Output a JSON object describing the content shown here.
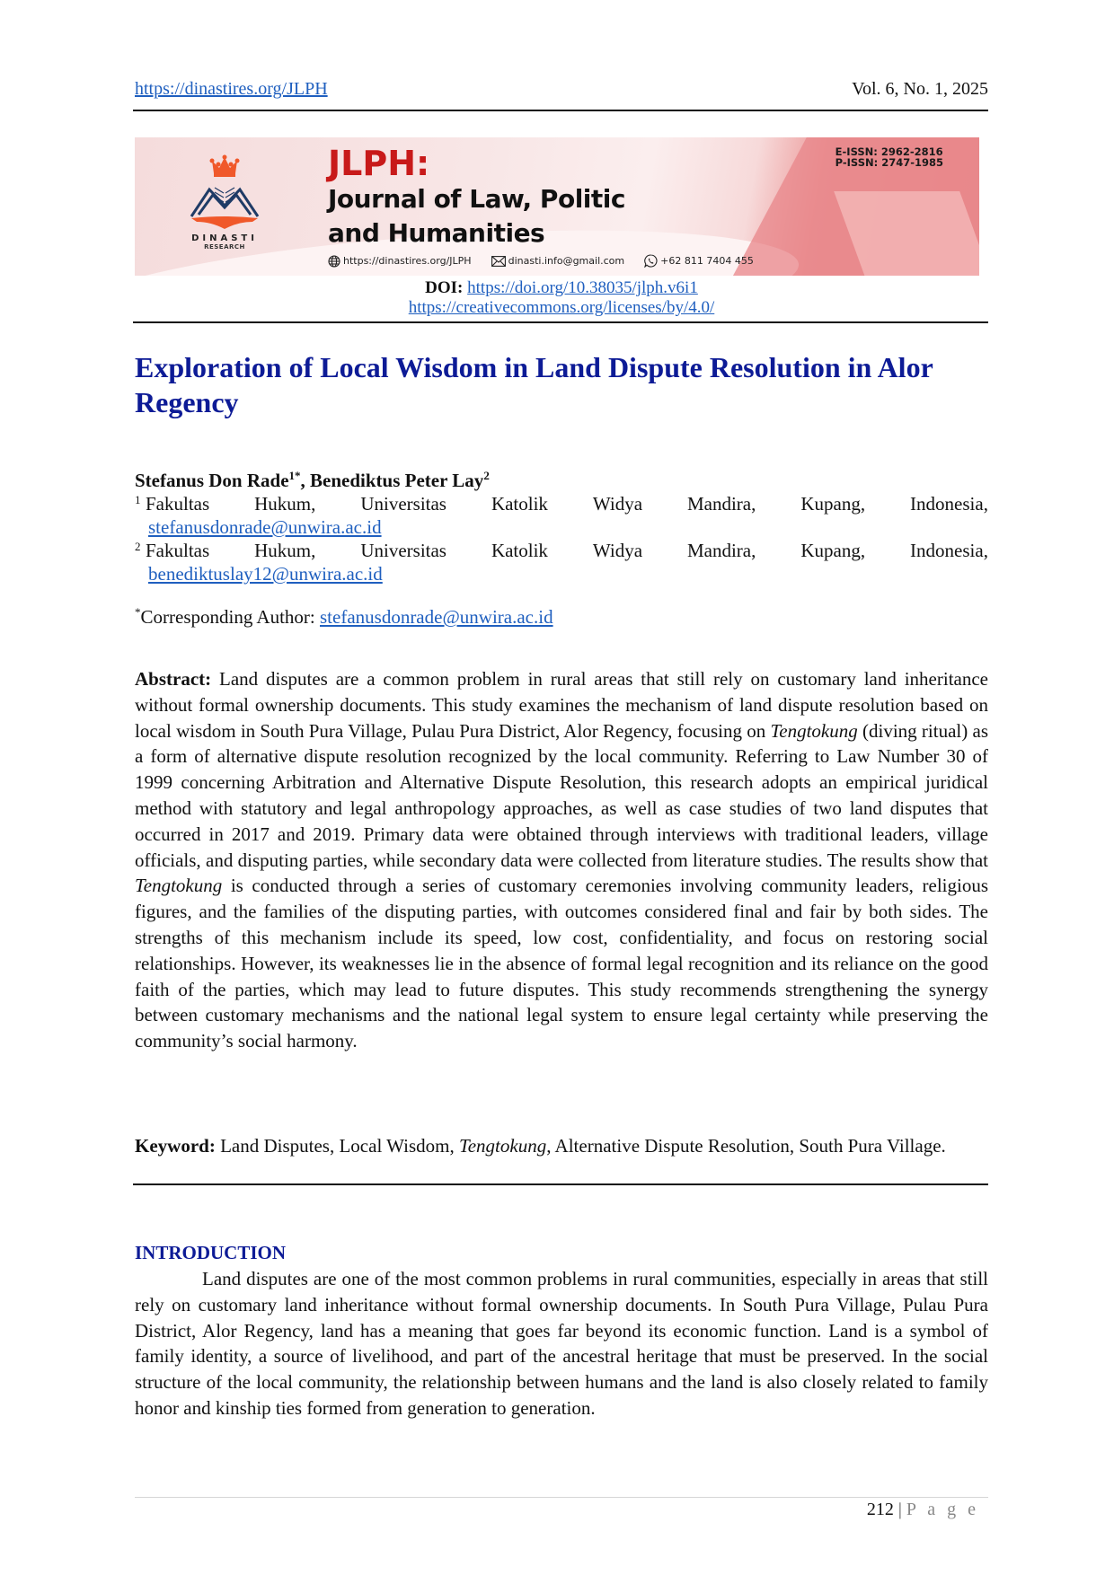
{
  "header": {
    "journal_url": "https://dinastires.org/JLPH",
    "volume_info": "Vol. 6, No. 1, 2025"
  },
  "banner": {
    "publisher_line1": "DINASTI",
    "publisher_line2": "RESEARCH",
    "journal_abbr": "JLPH:",
    "journal_name_line1": "Journal of Law, Politic",
    "journal_name_line2": "and Humanities",
    "website": "https://dinastires.org/JLPH",
    "email": "dinasti.info@gmail.com",
    "phone": "+62 811 7404 455",
    "eissn": "E-ISSN: 2962-2816",
    "pissn": "P-ISSN: 2747-1985",
    "colors": {
      "accent_red": "#c81a1a",
      "banner_pink": "#f5dcdc",
      "logo_orange": "#f0582a",
      "logo_navy": "#1f3b66"
    }
  },
  "doi": {
    "label": "DOI:",
    "url": "https://doi.org/10.38035/jlph.v6i1",
    "license_url": "https://creativecommons.org/licenses/by/4.0/"
  },
  "article": {
    "title": "Exploration of Local Wisdom in Land Dispute Resolution in Alor Regency",
    "title_color": "#0d1b96",
    "authors": {
      "author1": "Stefanus Don Rade",
      "author1_sup": "1*",
      "separator": ", ",
      "author2": "Benediktus Peter Lay",
      "author2_sup": "2"
    },
    "affiliations": [
      {
        "num": "1",
        "words": [
          "Fakultas",
          "Hukum,",
          "Universitas",
          "Katolik",
          "Widya",
          "Mandira,",
          "Kupang,",
          "Indonesia,"
        ],
        "email": "stefanusdonrade@unwira.ac.id"
      },
      {
        "num": "2",
        "words": [
          "Fakultas",
          "Hukum,",
          "Universitas",
          "Katolik",
          "Widya",
          "Mandira,",
          "Kupang,",
          "Indonesia,"
        ],
        "email": "benediktuslay12@unwira.ac.id"
      }
    ],
    "corresponding": {
      "star": "*",
      "label": "Corresponding Author: ",
      "email": "stefanusdonrade@unwira.ac.id"
    },
    "abstract": {
      "label": "Abstract:",
      "part1": " Land disputes are a common problem in rural areas that still rely on customary land inheritance without formal ownership documents. This study examines the mechanism of land dispute resolution based on local wisdom in South Pura Village, Pulau Pura District, Alor Regency, focusing on ",
      "term1": "Tengtokung",
      "part2": " (diving ritual) as a form of alternative dispute resolution recognized by the local community. Referring to Law Number 30 of 1999 concerning Arbitration and Alternative Dispute Resolution, this research adopts an empirical juridical method with statutory and legal anthropology approaches, as well as case studies of two land disputes that occurred in 2017 and 2019. Primary data were obtained through interviews with traditional leaders, village officials, and disputing parties, while secondary data were collected from literature studies. The results show that ",
      "term2": "Tengtokung",
      "part3": " is conducted through a series of customary ceremonies involving community leaders, religious figures, and the families of the disputing parties, with outcomes considered final and fair by both sides. The strengths of this mechanism include its speed, low cost, confidentiality, and focus on restoring social relationships. However, its weaknesses lie in the absence of formal legal recognition and its reliance on the good faith of the parties, which may lead to future disputes. This study recommends strengthening the synergy between customary mechanisms and the national legal system to ensure legal certainty while preserving the community’s social harmony."
    },
    "keywords": {
      "label": "Keyword:",
      "part1": " Land Disputes, Local Wisdom, ",
      "term": "Tengtokung",
      "part2": ", Alternative Dispute Resolution, South Pura Village."
    },
    "introduction": {
      "heading": "INTRODUCTION",
      "paragraph": "Land disputes are one of the most common problems in rural communities, especially in areas that still rely on customary land inheritance without formal ownership documents. In South Pura Village, Pulau Pura District, Alor Regency, land has a meaning that goes far beyond its economic function. Land is a symbol of family identity, a source of livelihood, and part of the ancestral heritage that must be preserved. In the social structure of the local community, the relationship between humans and the land is also closely related to family honor and kinship ties formed from generation to generation."
    }
  },
  "footer": {
    "page_number": "212",
    "separator": "|",
    "page_label": "P a g e"
  }
}
